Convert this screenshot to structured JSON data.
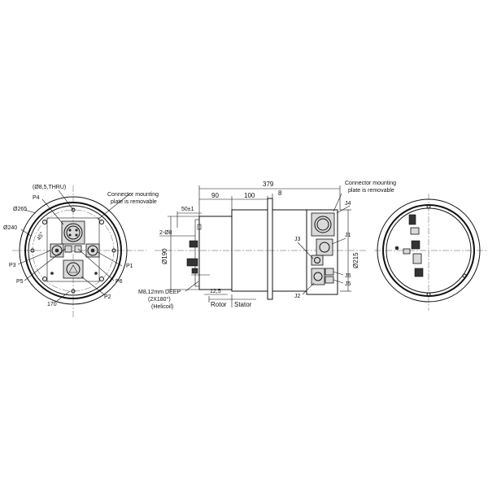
{
  "front_view": {
    "labels": {
      "hole_spec": "(Ø8,5,THRU)",
      "p4": "P4",
      "d265": "Ø265",
      "d240": "Ø240",
      "p3": "P3",
      "p5": "P5",
      "angle": "45°",
      "pcd": "170",
      "p1": "P1",
      "p6": "P6",
      "p2": "P2",
      "plate_note_1": "Connector mounting",
      "plate_note_2": "plate is removable"
    }
  },
  "side_view": {
    "labels": {
      "overall": "379",
      "len_90": "90",
      "len_100": "100",
      "flange_8": "8",
      "dim_50": "50±1",
      "bolt_hole": "2-Ø8",
      "d190": "Ø190",
      "d215": "Ø215",
      "len_12_5": "12,5",
      "thread_1": "M8,12mm DEEP",
      "thread_2": "(2X180°)",
      "thread_3": "(Helicoil)",
      "rotor": "Rotor",
      "stator": "Stator",
      "plate_note_1": "Connector mounting",
      "plate_note_2": "plate is removable",
      "j1": "J1",
      "j2": "J2",
      "j3": "J3",
      "j4": "J4",
      "j5": "J5",
      "j6": "J6"
    }
  }
}
